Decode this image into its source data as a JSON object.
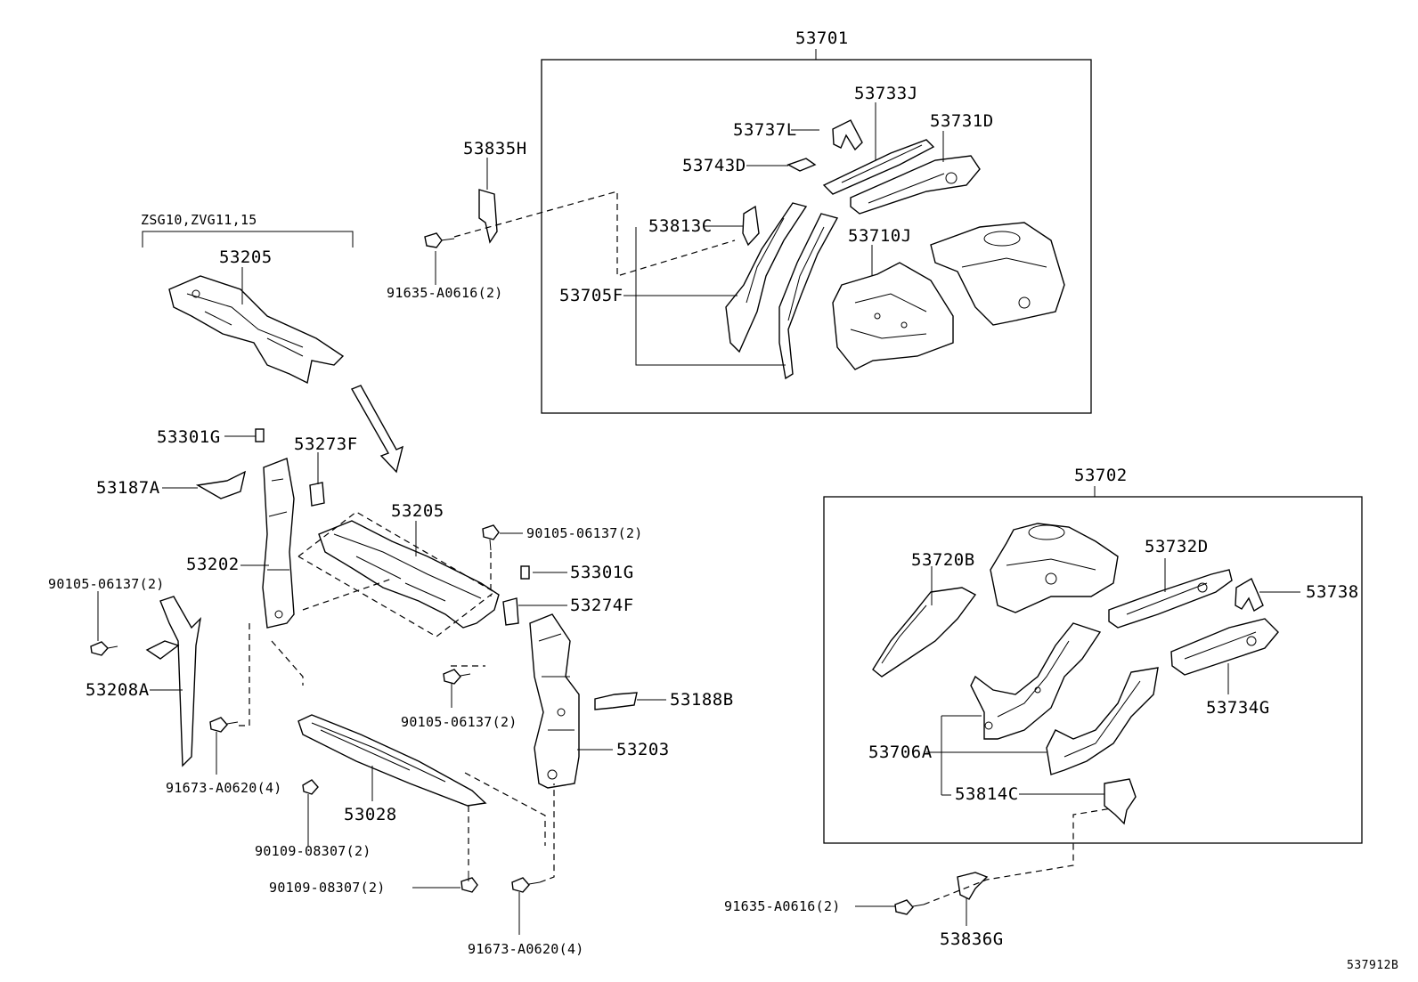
{
  "diagram": {
    "catalog_code": "537912B",
    "variant_note": "ZSG10,ZVG11,15",
    "groups": [
      {
        "label": "53701"
      },
      {
        "label": "53702"
      }
    ],
    "callouts": {
      "c53733J": "53733J",
      "c53737L": "53737L",
      "c53731D": "53731D",
      "c53743D": "53743D",
      "c53835H": "53835H",
      "c53813C": "53813C",
      "c53710J": "53710J",
      "c53705F": "53705F",
      "c91635a": "91635-A0616(2)",
      "c53205a": "53205",
      "c53301Ga": "53301G",
      "c53273F": "53273F",
      "c53187A": "53187A",
      "c53205b": "53205",
      "c90105a": "90105-06137(2)",
      "c53202": "53202",
      "c90105b": "90105-06137(2)",
      "c53301Gb": "53301G",
      "c53274F": "53274F",
      "c53208A": "53208A",
      "c53188B": "53188B",
      "c90105c": "90105-06137(2)",
      "c53203": "53203",
      "c91673a": "91673-A0620(4)",
      "c53028": "53028",
      "c90109a": "90109-08307(2)",
      "c90109b": "90109-08307(2)",
      "c91673b": "91673-A0620(4)",
      "c53720B": "53720B",
      "c53732D": "53732D",
      "c53738": "53738",
      "c53734G": "53734G",
      "c53706A": "53706A",
      "c53814C": "53814C",
      "c91635b": "91635-A0616(2)",
      "c53836G": "53836G"
    }
  }
}
